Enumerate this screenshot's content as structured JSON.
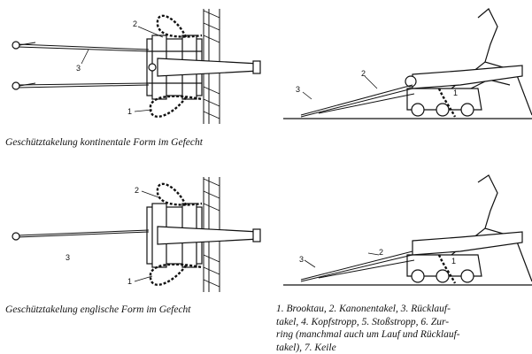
{
  "captions": {
    "top_left": "Geschütztakelung kontinentale Form im Gefecht",
    "bottom_left": "Geschütztakelung englische Form im Gefecht"
  },
  "legend_lines": [
    "1. Brooktau, 2. Kanonentakel, 3. Rücklauf-",
    "takel, 4. Kopfstropp, 5. Stoßstropp, 6. Zur-",
    "ring (manchmal auch um Lauf und Rücklauf-",
    "takel), 7. Keile"
  ],
  "part_numbers": {
    "one": "1",
    "two": "2",
    "three": "3"
  },
  "colors": {
    "ink": "#111111",
    "paper": "#ffffff"
  }
}
